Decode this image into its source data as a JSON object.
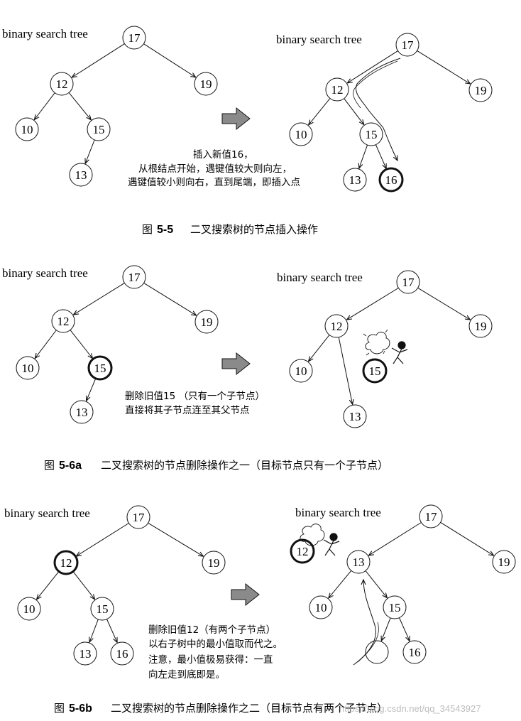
{
  "colors": {
    "ink": "#111111",
    "arrow_fill": "#8a8a8a",
    "watermark": "#bdbdbd"
  },
  "panels": [
    {
      "before_title": "binary search tree",
      "after_title": "binary search tree",
      "note": [
        "插入新值16，",
        "从根结点开始，遇键值较大则向左，",
        "遇键值较小则向右，直到尾端，即插入点"
      ],
      "caption_prefix": "图",
      "caption_number": "5-5",
      "caption_text": "二叉搜索树的节点插入操作"
    },
    {
      "before_title": "binary search tree",
      "after_title": "binary search tree",
      "note": [
        "删除旧值15 （只有一个子节点）",
        "直接将其子节点连至其父节点"
      ],
      "caption_prefix": "图",
      "caption_number": "5-6a",
      "caption_text": "二叉搜索树的节点删除操作之一（目标节点只有一个子节点）"
    },
    {
      "before_title": "binary search tree",
      "after_title": "binary search tree",
      "note": [
        "删除旧值12（有两个子节点）",
        "以右子树中的最小值取而代之。",
        "注意，最小值极易获得：一直",
        "向左走到底即是。"
      ],
      "caption_prefix": "图",
      "caption_number": "5-6b",
      "caption_text": "二叉搜索树的节点删除操作之二（目标节点有两个子节点）"
    }
  ],
  "watermark": "https://blog.csdn.net/qq_34543927",
  "trees": {
    "p1_before": [
      {
        "id": "a",
        "v": "17"
      },
      {
        "id": "b",
        "v": "12"
      },
      {
        "id": "c",
        "v": "19"
      },
      {
        "id": "d",
        "v": "10"
      },
      {
        "id": "e",
        "v": "15"
      },
      {
        "id": "f",
        "v": "13"
      }
    ],
    "p1_after": [
      {
        "id": "a",
        "v": "17"
      },
      {
        "id": "b",
        "v": "12"
      },
      {
        "id": "c",
        "v": "19"
      },
      {
        "id": "d",
        "v": "10"
      },
      {
        "id": "e",
        "v": "15"
      },
      {
        "id": "f",
        "v": "13"
      },
      {
        "id": "g",
        "v": "16",
        "bold": true
      }
    ],
    "p2_before": [
      {
        "id": "a",
        "v": "17"
      },
      {
        "id": "b",
        "v": "12"
      },
      {
        "id": "c",
        "v": "19"
      },
      {
        "id": "d",
        "v": "10"
      },
      {
        "id": "e",
        "v": "15",
        "bold": true
      },
      {
        "id": "f",
        "v": "13"
      }
    ],
    "p2_after": [
      {
        "id": "a",
        "v": "17"
      },
      {
        "id": "b",
        "v": "12"
      },
      {
        "id": "c",
        "v": "19"
      },
      {
        "id": "d",
        "v": "10"
      },
      {
        "id": "e",
        "v": "15",
        "bold": true
      },
      {
        "id": "f",
        "v": "13"
      }
    ],
    "p3_before": [
      {
        "id": "a",
        "v": "17"
      },
      {
        "id": "b",
        "v": "12",
        "bold": true
      },
      {
        "id": "c",
        "v": "19"
      },
      {
        "id": "d",
        "v": "10"
      },
      {
        "id": "e",
        "v": "15"
      },
      {
        "id": "f",
        "v": "13"
      },
      {
        "id": "g",
        "v": "16"
      }
    ],
    "p3_after": [
      {
        "id": "x",
        "v": "12",
        "bold": true
      },
      {
        "id": "a",
        "v": "17"
      },
      {
        "id": "b",
        "v": "13"
      },
      {
        "id": "c",
        "v": "19"
      },
      {
        "id": "d",
        "v": "10"
      },
      {
        "id": "e",
        "v": "15"
      },
      {
        "id": "h",
        "v": ""
      },
      {
        "id": "g",
        "v": "16"
      }
    ]
  }
}
